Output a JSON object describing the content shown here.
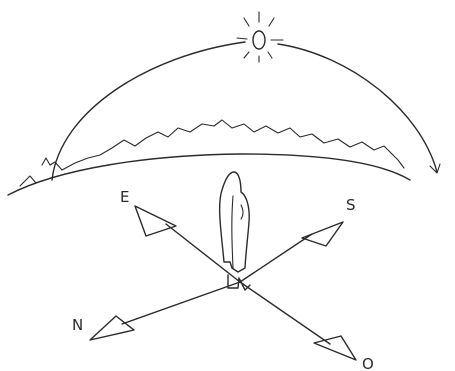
{
  "diagram": {
    "directions": [
      {
        "key": "east",
        "label": "E"
      },
      {
        "key": "south",
        "label": "S"
      },
      {
        "key": "north",
        "label": "N"
      },
      {
        "key": "west",
        "label": "O"
      }
    ],
    "colors": {
      "ink": "#2b2b2b",
      "background": "#ffffff"
    }
  }
}
